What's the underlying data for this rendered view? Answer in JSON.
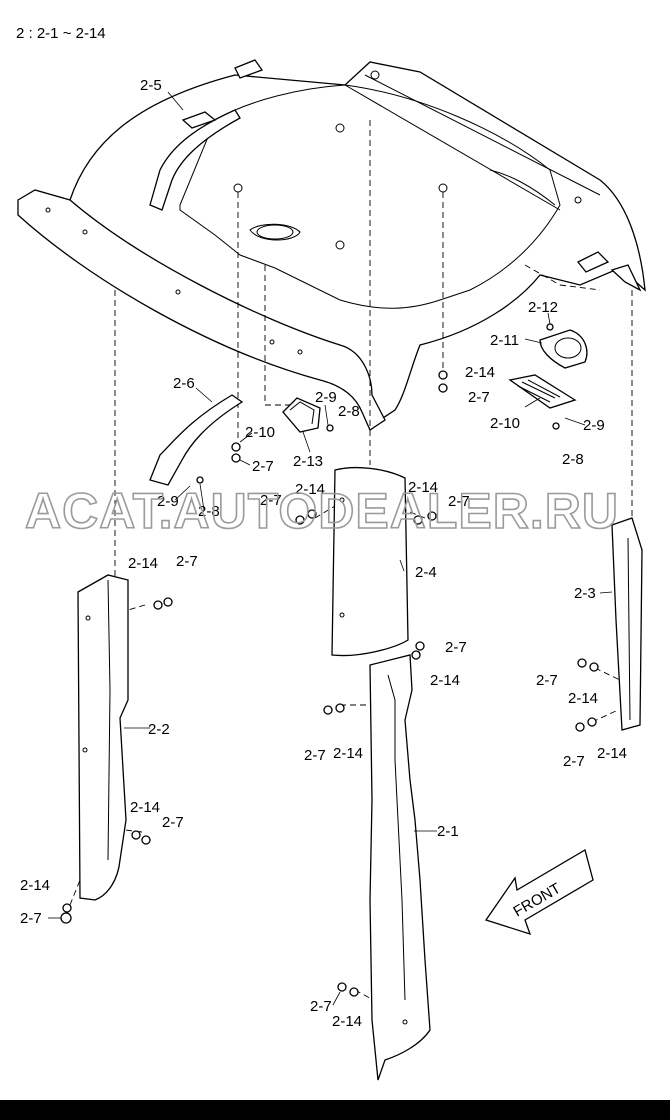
{
  "header": {
    "title": "2 : 2-1 ~ 2-14"
  },
  "labels": {
    "p2_1": "2-1",
    "p2_2": "2-2",
    "p2_3": "2-3",
    "p2_4": "2-4",
    "p2_5": "2-5",
    "p2_6": "2-6",
    "p2_7": "2-7",
    "p2_8": "2-8",
    "p2_9": "2-9",
    "p2_10": "2-10",
    "p2_11": "2-11",
    "p2_12": "2-12",
    "p2_13": "2-13",
    "p2_14": "2-14"
  },
  "front_arrow": {
    "label": "FRONT"
  },
  "watermark": {
    "text": "ACAT.AUTODEALER.RU"
  },
  "colors": {
    "line": "#000000",
    "watermark": "#9a9a9a",
    "bottom_bar": "#000000"
  }
}
